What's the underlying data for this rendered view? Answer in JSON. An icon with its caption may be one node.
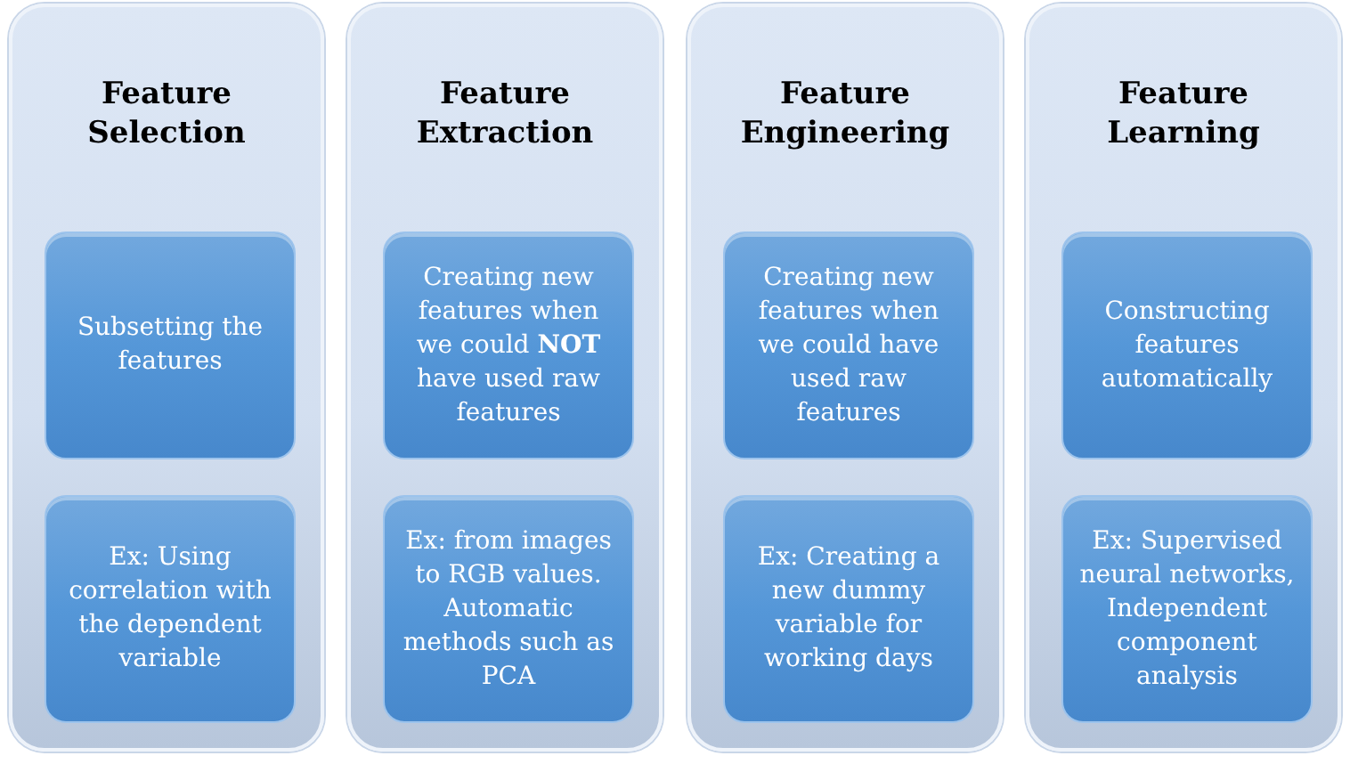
{
  "diagram": {
    "nodes": [
      {
        "text": [
          "Feature Selection"
        ]
      },
      {
        "text": [
          "Subsetting the features"
        ],
        "in": 0
      },
      {
        "text": [
          "Ex: Using correlation with the dependent variable"
        ],
        "in": 0
      },
      {
        "text": [
          "Feature Extraction"
        ]
      },
      {
        "text": [
          "Creating new features when we could **NOT** have used raw features"
        ],
        "in": 3
      },
      {
        "text": [
          "Ex: from images to RGB values. Automatic methods such as PCA"
        ],
        "in": 3
      },
      {
        "text": [
          "Feature Engineering"
        ]
      },
      {
        "text": [
          "Creating new features when we could have used raw features"
        ],
        "in": 6
      },
      {
        "text": [
          "Ex: Creating a new dummy variable for working days"
        ],
        "in": 6
      },
      {
        "text": [
          "Feature Learning"
        ]
      },
      {
        "text": [
          "Constructing features automatically"
        ],
        "in": 9
      },
      {
        "text": [
          "Ex: Supervised neural networks, Independent component analysis"
        ],
        "in": 9
      }
    ]
  }
}
